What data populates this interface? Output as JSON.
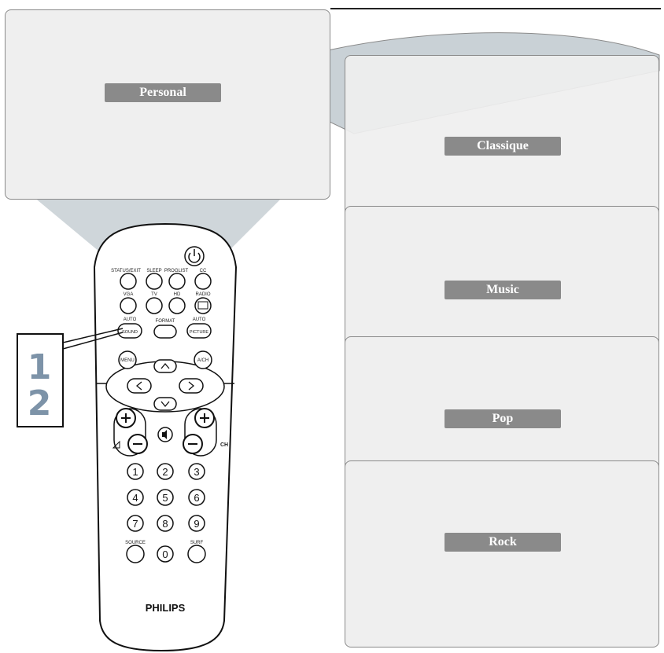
{
  "panels": {
    "personal": "Personal",
    "classique": "Classique",
    "music": "Music",
    "pop": "Pop",
    "rock": "Rock"
  },
  "steps": [
    "1",
    "2"
  ],
  "remote": {
    "brand": "PHILIPS",
    "buttons": {
      "status_exit": "STATUS/EXIT",
      "sleep": "SLEEP",
      "proglist": "PROGLIST",
      "cc": "CC",
      "vga": "VGA",
      "tv": "TV",
      "hd": "HD",
      "radio": "RADIO",
      "auto_left": "AUTO",
      "sound": "SOUND",
      "format": "FORMAT",
      "auto_right": "AUTO",
      "picture": "PICTURE",
      "menu": "MENU",
      "ach": "A/CH",
      "ch": "CH",
      "source": "SOURCE",
      "surf": "SURF",
      "digits": [
        "1",
        "2",
        "3",
        "4",
        "5",
        "6",
        "7",
        "8",
        "9",
        "0"
      ]
    }
  },
  "colors": {
    "panel_bg": "#efefef",
    "label_bg": "#8a8a8a",
    "callout": "#c9d1d6",
    "step_digits": "#7d93a8"
  }
}
